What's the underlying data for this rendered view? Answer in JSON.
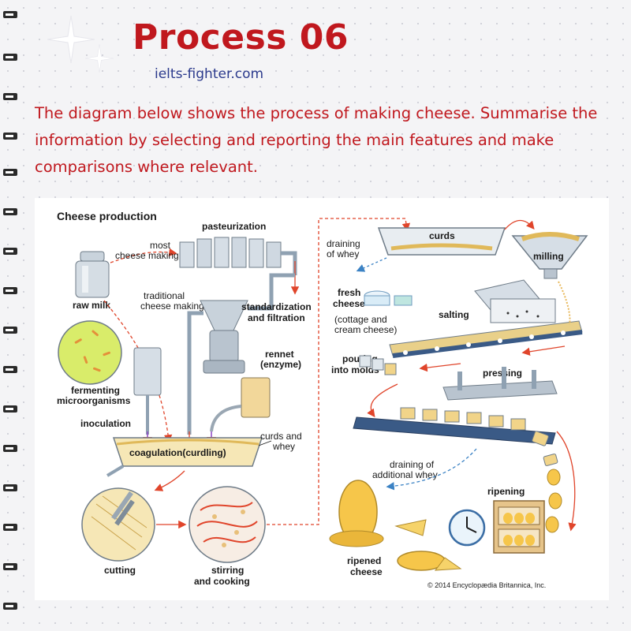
{
  "header": {
    "title": "Process 06",
    "website": "ielts-fighter.com",
    "prompt": "The diagram below shows the process of making cheese. Summarise the information by selecting and reporting the main features and make comparisons where relevant."
  },
  "diagram": {
    "title": "Cheese production",
    "labels": {
      "pasteurization": "pasteurization",
      "most_1": "most",
      "most_2": "cheese making",
      "raw_milk": "raw milk",
      "traditional_1": "traditional",
      "traditional_2": "cheese making",
      "standardization_1": "standardization",
      "standardization_2": "and filtration",
      "rennet_1": "rennet",
      "rennet_2": "(enzyme)",
      "fermenting_1": "fermenting",
      "fermenting_2": "microorganisms",
      "inoculation": "inoculation",
      "coagulation": "coagulation(curdling)",
      "curds_whey_1": "curds and",
      "curds_whey_2": "whey",
      "cutting": "cutting",
      "stirring_1": "stirring",
      "stirring_2": "and cooking",
      "draining_whey_1": "draining",
      "draining_whey_2": "of whey",
      "curds": "curds",
      "milling": "milling",
      "fresh_cheese_1": "fresh",
      "fresh_cheese_2": "cheese",
      "cottage_1": "(cottage and",
      "cottage_2": "cream cheese)",
      "salting": "salting",
      "pouring_1": "pouring",
      "pouring_2": "into molds",
      "pressing": "pressing",
      "draining_add_1": "draining of",
      "draining_add_2": "additional whey",
      "ripening": "ripening",
      "ripened_1": "ripened",
      "ripened_2": "cheese",
      "copyright": "© 2014 Encyclopædia Britannica, Inc."
    }
  },
  "colors": {
    "accent_red": "#c0181e",
    "link_blue": "#2b3a8c",
    "diagram_red": "#e0452b",
    "curd_yellow": "#f3d77f",
    "steel": "#b9c4cf"
  },
  "icons": [
    "notebook-spiral",
    "sparkle-star",
    "clock-icon"
  ]
}
